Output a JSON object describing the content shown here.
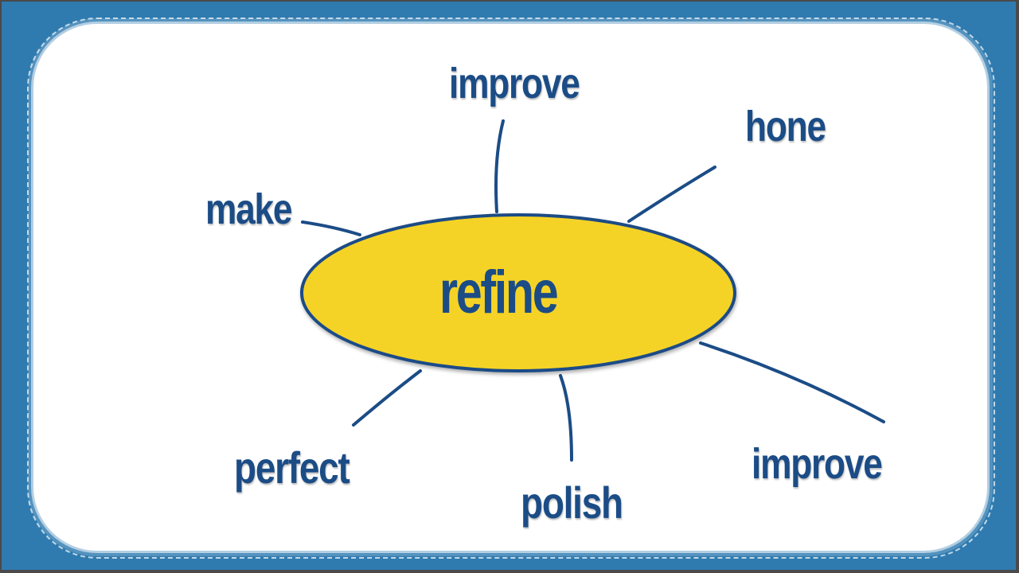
{
  "colors": {
    "background": "#2f7bb0",
    "card": "#ffffff",
    "ellipse_fill": "#f5d327",
    "ellipse_stroke": "#1b4c86",
    "text": "#1b4c86",
    "line": "#1b4c86"
  },
  "center": {
    "label": "refine"
  },
  "branches": [
    {
      "id": "improve-top",
      "label": "improve"
    },
    {
      "id": "hone",
      "label": "hone"
    },
    {
      "id": "make",
      "label": "make"
    },
    {
      "id": "perfect",
      "label": "perfect"
    },
    {
      "id": "polish",
      "label": "polish"
    },
    {
      "id": "improve-bottom",
      "label": "improve"
    }
  ]
}
